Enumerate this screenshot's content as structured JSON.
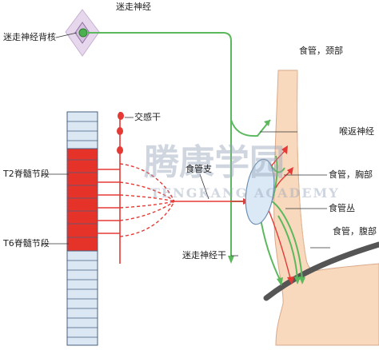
{
  "labels": {
    "vagus_trunk_top": "迷走神经",
    "dorsal_nucleus": "迷走神经背核",
    "esophagus_neck": "食管，颈部",
    "sympathetic_trunk": "交感干",
    "recurrent_laryngeal": "喉返神经",
    "esophageal_branch": "食管支",
    "esophagus_thorax": "食管，胸部",
    "t2_segment": "T2脊髓节段",
    "esophageal_plexus": "食管丛",
    "t6_segment": "T6脊髓节段",
    "vagus_trunk_bottom": "迷走神经干",
    "esophagus_abdomen": "食管，腹部"
  },
  "watermark": {
    "chinese": "腾康学园",
    "english": "TENGKANG ACADEMY"
  },
  "colors": {
    "vagus": "#5cb85c",
    "sympathetic": "#e53935",
    "spinal_highlight": "#e63329",
    "spinal_pale": "#dbe8f4",
    "esophagus": "#f8d9bd",
    "brainstem": "#e6d7ec",
    "plexus": "#dbe9f6"
  }
}
